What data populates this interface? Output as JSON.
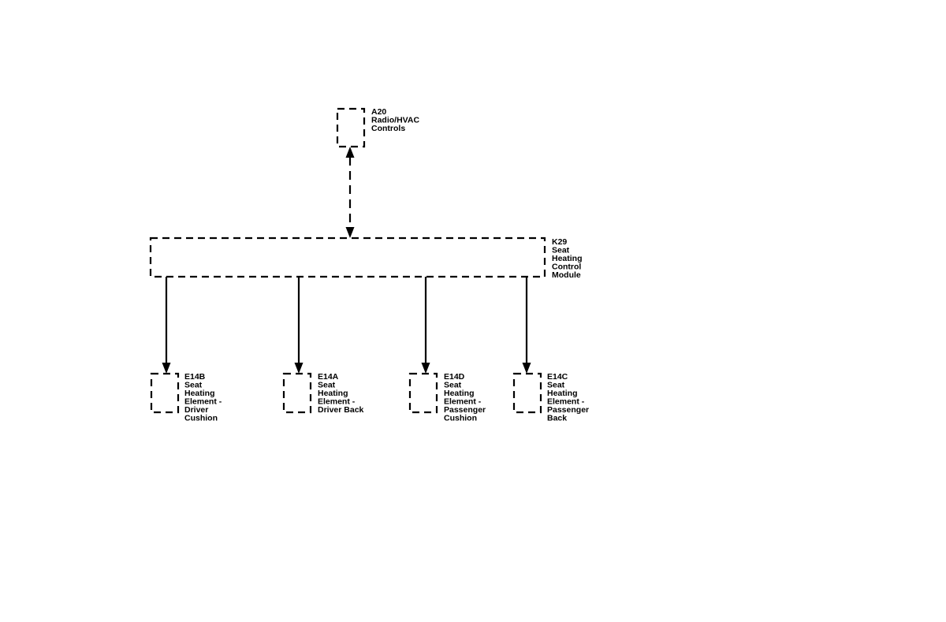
{
  "diagram": {
    "components": {
      "a20": {
        "lines": [
          "A20",
          "Radio/HVAC",
          "Controls"
        ]
      },
      "k29": {
        "lines": [
          "K29",
          "Seat",
          "Heating",
          "Control",
          "Module"
        ]
      },
      "e14b": {
        "lines": [
          "E14B",
          "Seat",
          "Heating",
          "Element -",
          "Driver",
          "Cushion"
        ]
      },
      "e14a": {
        "lines": [
          "E14A",
          "Seat",
          "Heating",
          "Element -",
          "Driver Back"
        ]
      },
      "e14d": {
        "lines": [
          "E14D",
          "Seat",
          "Heating",
          "Element -",
          "Passenger",
          "Cushion"
        ]
      },
      "e14c": {
        "lines": [
          "E14C",
          "Seat",
          "Heating",
          "Element -",
          "Passenger",
          "Back"
        ]
      }
    },
    "connections": [
      {
        "from": "k29",
        "to": "a20",
        "style": "dashed",
        "direction": "bidirectional"
      },
      {
        "from": "k29",
        "to": "e14b",
        "style": "solid",
        "direction": "forward"
      },
      {
        "from": "k29",
        "to": "e14a",
        "style": "solid",
        "direction": "forward"
      },
      {
        "from": "k29",
        "to": "e14d",
        "style": "solid",
        "direction": "forward"
      },
      {
        "from": "k29",
        "to": "e14c",
        "style": "solid",
        "direction": "forward"
      }
    ]
  }
}
